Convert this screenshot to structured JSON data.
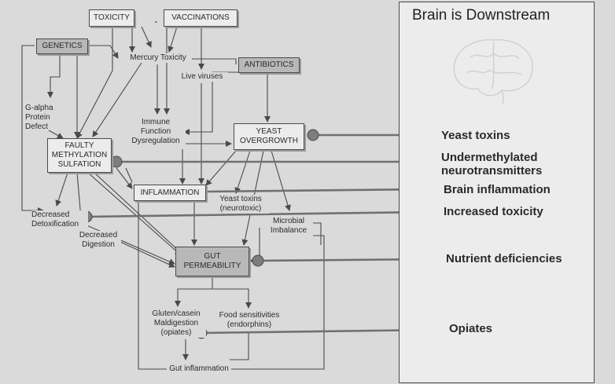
{
  "diagram": {
    "panel_title": "Brain is Downstream",
    "boxes": {
      "toxicity": "TOXICITY",
      "vaccinations": "VACCINATIONS",
      "genetics": "GENETICS",
      "antibiotics": "ANTIBIOTICS",
      "faulty": "FAULTY\nMETHYLATION\nSULFATION",
      "yeast": "YEAST\nOVERGROWTH",
      "inflammation": "INFLAMMATION",
      "gut": "GUT\nPERMEABILITY"
    },
    "labels": {
      "mercury": "Mercury Toxicity",
      "live_viruses": "Live viruses",
      "galpha": "G-alpha\nProtein\nDefect",
      "immune": "Immune\nFunction\nDysregulation",
      "yeast_toxins_small": "Yeast toxins\n(neurotoxic)",
      "microbial": "Microbial\nImbalance",
      "decreased_detox": "Decreased\nDetoxification",
      "decreased_digestion": "Decreased\nDigestion",
      "gluten": "Gluten/casein\nMaldigestion\n(opiates)",
      "food_sens": "Food sensitivities\n(endorphins)",
      "gut_inflammation": "Gut inflammation"
    },
    "outcomes": [
      "Yeast toxins",
      "Undermethylated\nneurotransmitters",
      "Brain inflammation",
      "Increased toxicity",
      "Nutrient deficiencies",
      "Opiates"
    ]
  },
  "colors": {
    "line": "#4a4a4a",
    "arrow": "#707070",
    "dot": "#7d7d7d",
    "box_dark": "#b8b8b8"
  }
}
